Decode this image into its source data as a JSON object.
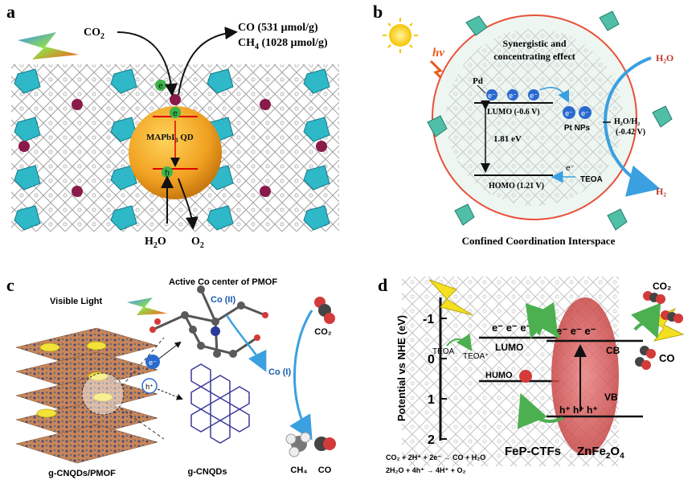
{
  "panel_a": {
    "letter": "a",
    "co2": "CO",
    "co2_sub": "2",
    "co_product": "CO (531 μmol/g)",
    "ch4_pre": "CH",
    "ch4_sub": "4",
    "ch4_post": " (1028 μmol/g)",
    "qd_label": "MAPbI",
    "qd_sub": "3",
    "qd_post": " QD",
    "electron": "e",
    "hole": "h",
    "h2o_pre": "H",
    "h2o_sub": "2",
    "h2o_post": "O",
    "o2_pre": "O",
    "o2_sub": "2"
  },
  "panel_b": {
    "letter": "b",
    "hv": "hν",
    "effect_line1": "Synergistic and",
    "effect_line2": "concentrating effect",
    "pd": "Pd",
    "lumo": "LUMO (-0.6 V)",
    "homo": "HOMO (1.21 V)",
    "gap": "1.81 eV",
    "pt": "Pt NPs",
    "h2o": "H₂O",
    "h2": "H₂",
    "redox_line1": "H₂O/H₂",
    "redox_line2": "(-0.42 V)",
    "teoa": "TEOA",
    "electron": "e⁻",
    "caption": "Confined Coordination Interspace"
  },
  "panel_c": {
    "letter": "c",
    "title": "Active Co center of PMOF",
    "visible_light": "Visible Light",
    "co2": "Co (II)",
    "co1": "Co (I)",
    "electron": "e⁻",
    "hole": "h⁺",
    "co2_mol": "CO₂",
    "ch4": "CH₄",
    "co": "CO",
    "composite_label": "g-CNQDs/PMOF",
    "cnqd_label": "g-CNQDs"
  },
  "panel_d": {
    "letter": "d",
    "y_axis": "Potential vs NHE (eV)",
    "ticks": [
      "-1",
      "0",
      "1",
      "2"
    ],
    "lumo": "LUMO",
    "humo": "HUMO",
    "teoa1": "TEOA",
    "teoa2": "TEOA⁺",
    "electrons_left": "e⁻ e⁻ e⁻",
    "electrons_right": "e⁻  e⁻  e⁻",
    "holes": "h⁺ h⁺ h⁺",
    "cb": "CB",
    "vb": "VB",
    "fep": "FeP-CTFs",
    "znfe": "ZnFe",
    "znfe_sub1": "2",
    "znfe_o": "O",
    "znfe_sub2": "4",
    "co2": "CO₂",
    "co": "CO",
    "eq1": "CO₂ + 2H⁺ + 2e⁻ → CO + H₂O",
    "eq2": "2H₂O + 4h⁺ → 4H⁺ + O₂"
  },
  "colors": {
    "mof_cyan": "#2fb8c8",
    "qd_orange": "#f0a020",
    "red_ring": "#e8513a",
    "arrow_blue": "#3aa0e0",
    "ellipse_red": "#d94a4a",
    "arrow_green": "#4caf50"
  }
}
